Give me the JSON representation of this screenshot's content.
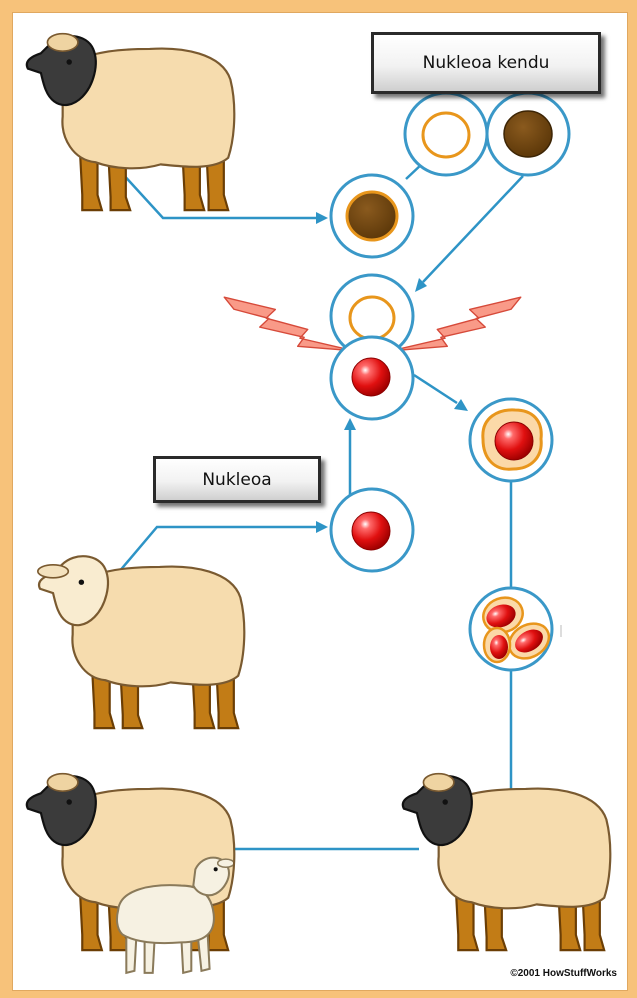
{
  "labels": {
    "donor_nucleus": "Nukleoa kendu",
    "nucleus": "Nukleoa"
  },
  "copyright": "©2001 HowStuffWorks",
  "colors": {
    "frame": "#f7c27a",
    "cell_outline": "#3a98c8",
    "connector": "#2e94c6",
    "nucleus_brown": "#6b4512",
    "nucleus_red": "#e01818",
    "sheep_wool": "#f6dcae",
    "sheep_legs": "#c07a18",
    "lightning": "#f78a7a"
  },
  "icons": [
    "sheep-black-face-icon",
    "sheep-white-face-icon",
    "lamb-icon",
    "lightning-bolt-icon"
  ]
}
